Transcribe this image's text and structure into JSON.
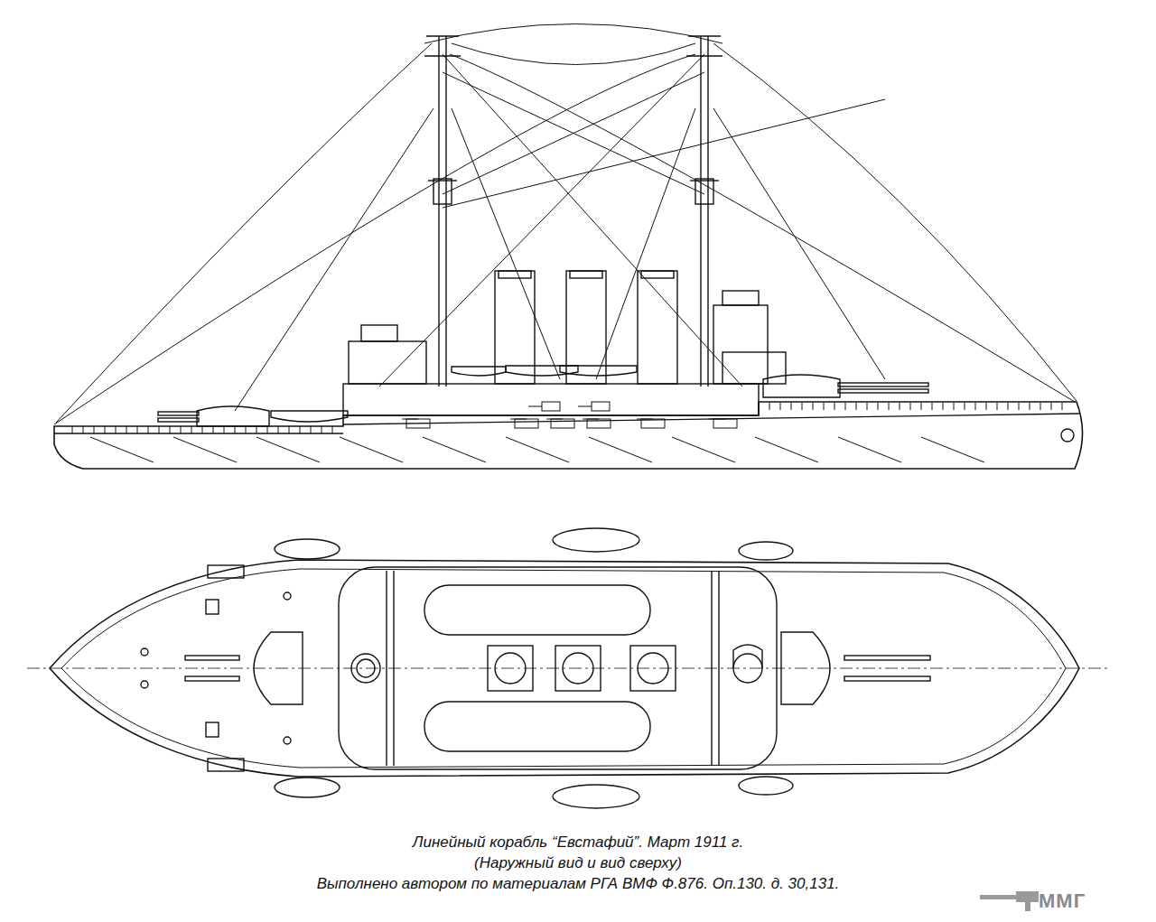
{
  "diagram": {
    "caption": "Линейный корабль “Евстафий”. Март 1911 г.",
    "labels": [
      "(Наружный вид и вид сверху)",
      "Выполнено автором по материалам РГА ВМФ Ф.876. Оп.130. д. 30,131.",
      "ММГ"
    ]
  }
}
